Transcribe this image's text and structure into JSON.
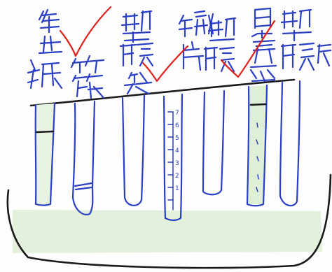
{
  "drawing": {
    "label_groups": [
      {
        "id": "sanitary-paper",
        "characters": "衛生紙"
      },
      {
        "id": "chopsticks",
        "characters": "竹筷"
      },
      {
        "id": "plastic-bag",
        "characters": "塑膠袋"
      },
      {
        "id": "iron",
        "characters": "鐵片"
      },
      {
        "id": "plastic-film",
        "characters": "塑膠"
      },
      {
        "id": "aluminum-foil",
        "characters": "鋁箔"
      },
      {
        "id": "plastic-ruler",
        "characters": "塑膠尺"
      }
    ],
    "check_marks": 3,
    "tubes": [
      {
        "id": "tube-1",
        "fill_color": "#e7f2df"
      },
      {
        "id": "tube-2",
        "fill_color": "#ffffff"
      },
      {
        "id": "tube-3",
        "fill_color": "#ffffff"
      },
      {
        "id": "tube-4",
        "fill_color": "#ffffff",
        "scale_marks": [
          "7",
          "6",
          "5",
          "4",
          "3",
          "2",
          "1"
        ]
      },
      {
        "id": "tube-5",
        "fill_color": "#ffffff"
      },
      {
        "id": "tube-6",
        "fill_color": "#dfefd6"
      },
      {
        "id": "tube-7",
        "fill_color": "#ffffff"
      }
    ],
    "colors": {
      "pen": "#2a3fc6",
      "marker": "#1a1a1a",
      "correction": "#e0201a",
      "water": "#d9ecd0"
    }
  }
}
